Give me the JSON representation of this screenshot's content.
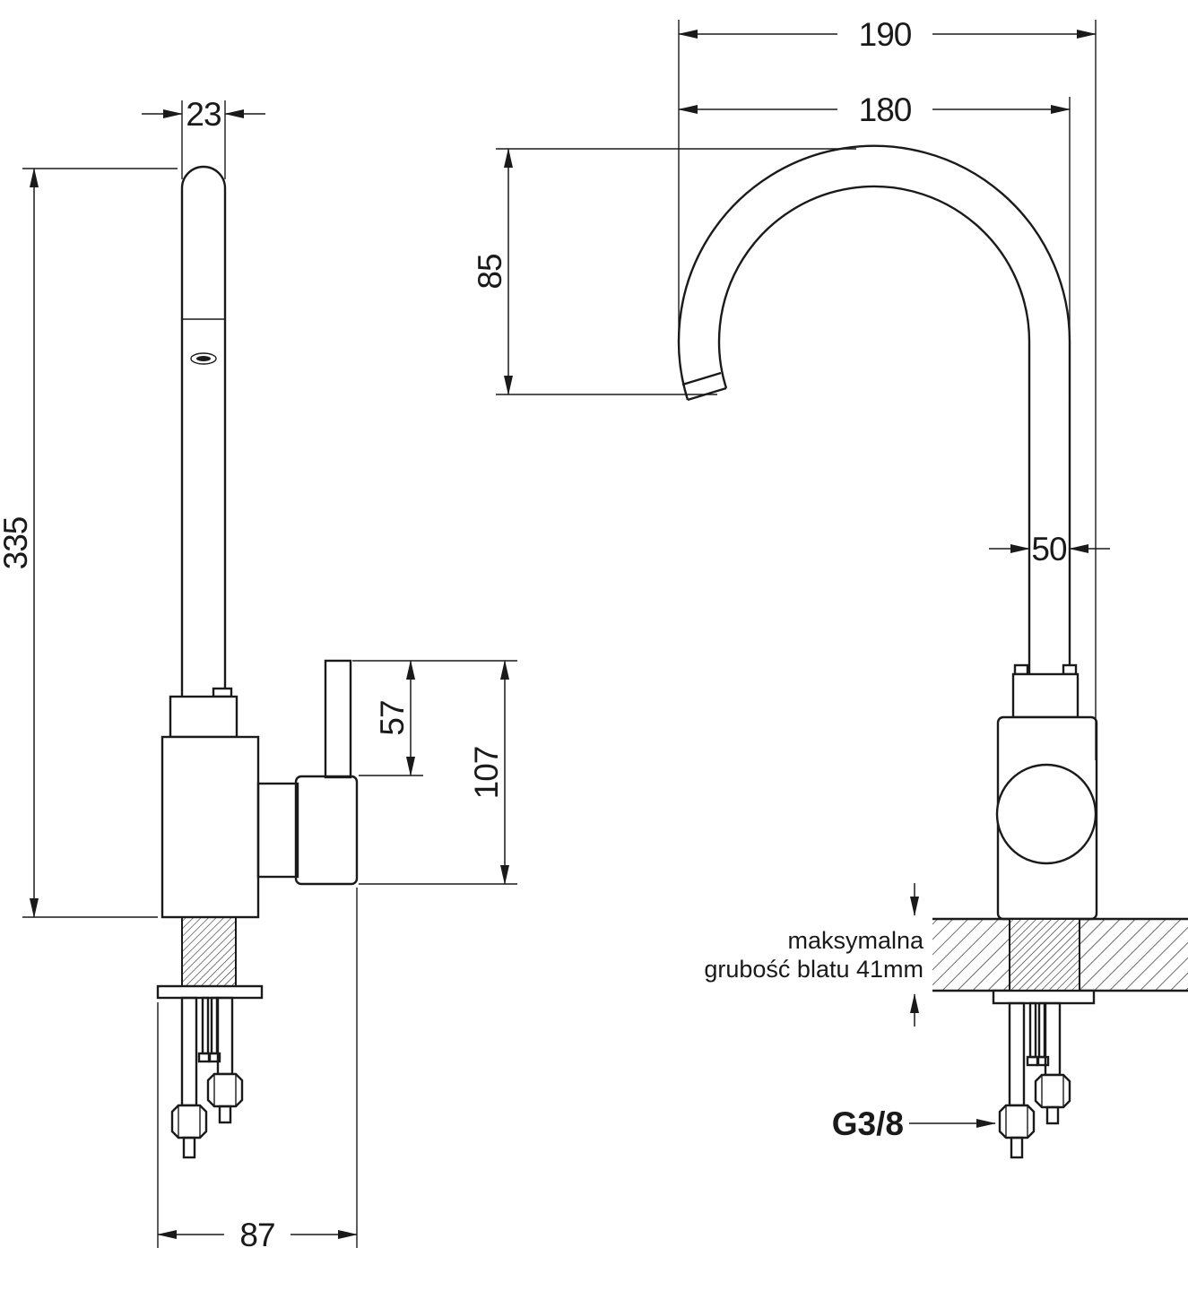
{
  "page": {
    "background_color": "#ffffff",
    "ink_color": "#1a1a1a"
  },
  "front_view": {
    "dims": {
      "spout_pipe_width": "23",
      "total_height": "335",
      "lever_height": "57",
      "handle_height": "107",
      "base_width": "87"
    }
  },
  "side_view": {
    "dims": {
      "overall_reach": "190",
      "spout_reach": "180",
      "spout_height": "85",
      "body_depth": "50"
    },
    "countertop_note": {
      "line1": "maksymalna",
      "line2": "grubość blatu 41mm"
    },
    "thread_label": "G3/8"
  }
}
